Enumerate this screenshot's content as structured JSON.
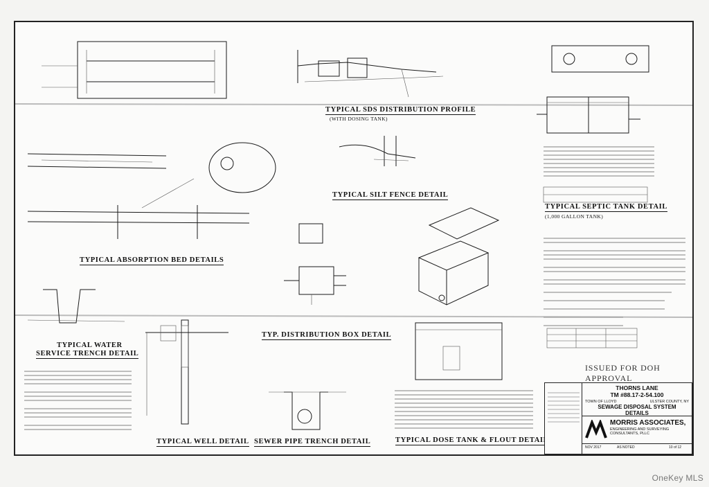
{
  "details": {
    "sds_profile": "TYPICAL SDS DISTRIBUTION PROFILE",
    "sds_profile_sub": "(WITH DOSING TANK)",
    "septic_tank": "TYPICAL SEPTIC TANK DETAIL",
    "septic_tank_sub": "(1,000 GALLON TANK)",
    "silt_fence": "TYPICAL SILT FENCE DETAIL",
    "absorption_bed": "TYPICAL ABSORPTION BED DETAILS",
    "water_trench_1": "TYPICAL WATER",
    "water_trench_2": "SERVICE TRENCH DETAIL",
    "distribution_box": "TYP. DISTRIBUTION BOX DETAIL",
    "well": "TYPICAL WELL DETAIL",
    "sewer_pipe": "SEWER PIPE TRENCH DETAIL",
    "dose_tank": "TYPICAL DOSE TANK & FLOUT DETAIL"
  },
  "issued": "ISSUED FOR DOH APPROVAL",
  "title_block": {
    "project_1": "THORNS LANE",
    "project_2": "TM #88.17-2-54.100",
    "town": "TOWN OF LLOYD",
    "county": "ULSTER COUNTY, NY",
    "sheet_title_1": "SEWAGE DISPOSAL SYSTEM",
    "sheet_title_2": "DETAILS",
    "firm": "MORRIS ASSOCIATES,",
    "firm_sub": "ENGINEERING AND SURVEYING CONSULTANTS, PLLC",
    "date": "NOV 2017",
    "scale": "AS NOTED",
    "sheet": "10 of 12"
  },
  "watermark": "OneKey MLS",
  "colors": {
    "ink": "#1a1a1a",
    "paper": "#fbfbfa"
  }
}
